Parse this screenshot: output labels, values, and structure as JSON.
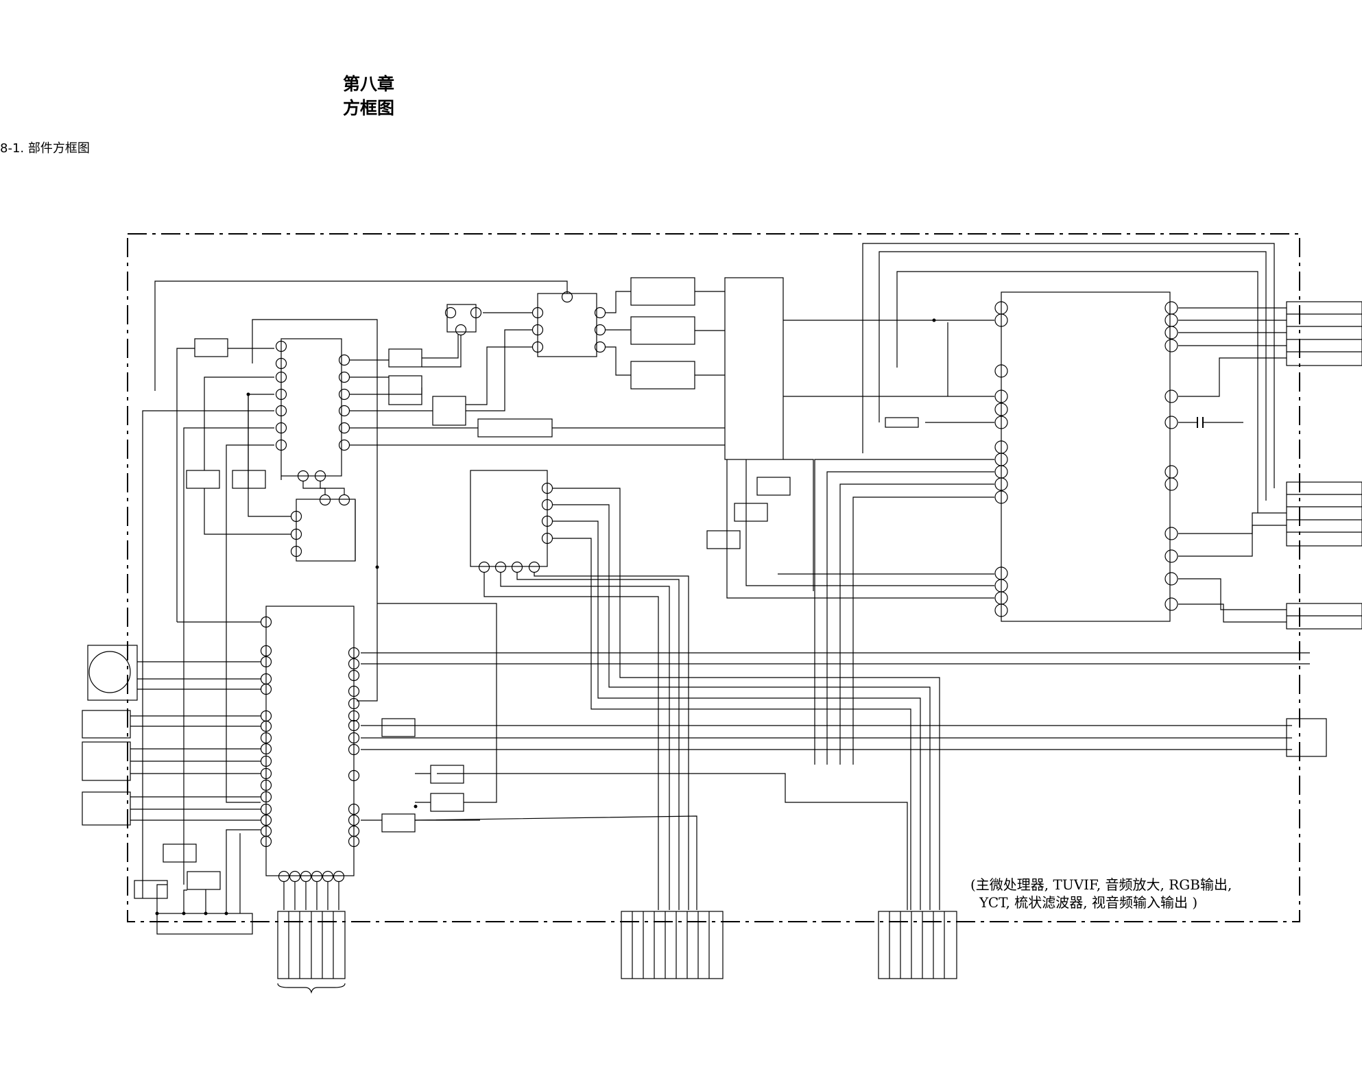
{
  "header": {
    "chapter_number": "第八章",
    "chapter_title": "方框图",
    "section_title": "8-1. 部件方框图"
  },
  "diagram": {
    "caption_line1": "(主微处理器, TUVIF, 音频放大, RGB输出,",
    "caption_line2": "YCT, 梳状滤波器, 视音频输入输出 )"
  }
}
